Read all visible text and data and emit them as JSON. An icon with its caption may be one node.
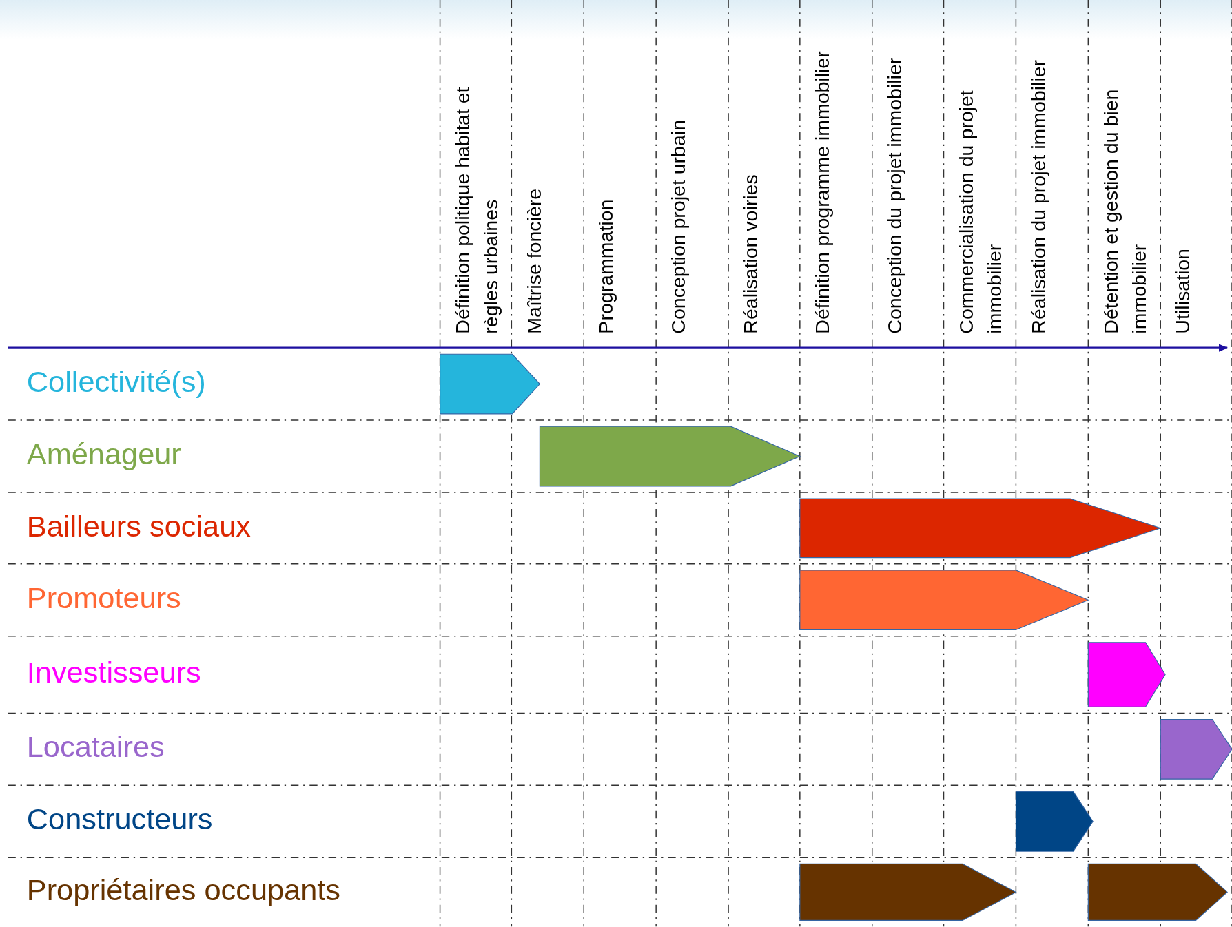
{
  "diagram": {
    "nodes": [
      {
        "text": [],
        "shape": "bar"
      },
      {
        "text": [],
        "shape": "bar"
      },
      {
        "text": [],
        "shape": "bar"
      },
      {
        "text": [],
        "shape": "bar"
      },
      {
        "text": [],
        "shape": "bar"
      },
      {
        "text": [],
        "shape": "bar"
      },
      {
        "text": [],
        "shape": "bar"
      },
      {
        "text": [],
        "shape": "bar"
      },
      {
        "text": [],
        "shape": "bar"
      }
    ],
    "edges": [],
    "labels": [
      "Définition politique habitat et règles urbaines",
      "Maîtrise foncière",
      "Programmation",
      "Conception projet urbain",
      "Réalisation voiries",
      "Définition programme immobilier",
      "Conception du projet immobilier",
      "Commercialisation du projet immobilier",
      "Réalisation du projet immobilier",
      "Détention et gestion du bien immobilier",
      "Utilisation",
      "Collectivité(s)",
      "Aménageur",
      "Bailleurs sociaux",
      "Promoteurs",
      "Investisseurs",
      "Locataires",
      "Constructeurs",
      "Propriétaires occupants"
    ]
  }
}
